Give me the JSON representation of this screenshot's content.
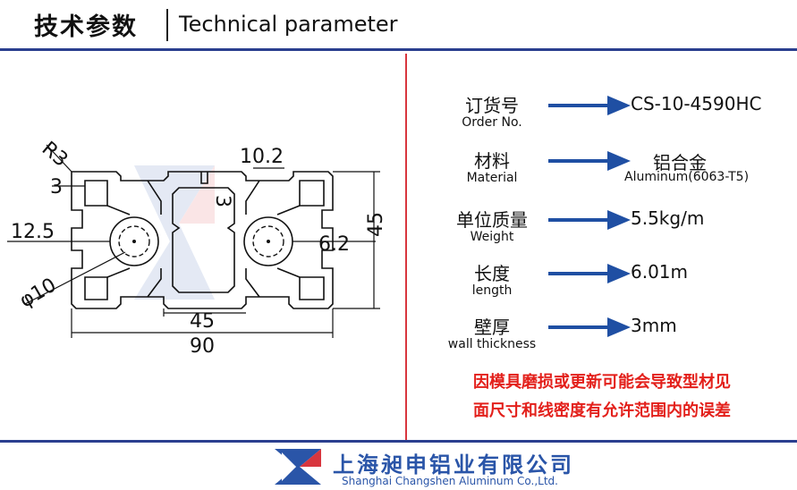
{
  "header": {
    "title_cn": "技术参数",
    "title_en": "Technical parameter"
  },
  "drawing": {
    "dim_r3": "R3",
    "dim_3_left": "3",
    "dim_10_2": "10.2",
    "dim_3_slot": "3",
    "dim_12_5": "12.5",
    "dim_6_2": "6.2",
    "dim_45_right": "45",
    "dim_phi10": "φ10",
    "dim_45_bottom": "45",
    "dim_90": "90"
  },
  "params": [
    {
      "label_cn": "订货号",
      "label_en": "Order No.",
      "value": "CS-10-4590HC",
      "value_sub": ""
    },
    {
      "label_cn": "材料",
      "label_en": "Material",
      "value": "铝合金",
      "value_sub": "Aluminum(6063-T5)"
    },
    {
      "label_cn": "单位质量",
      "label_en": "Weight",
      "value": "5.5kg/m",
      "value_sub": ""
    },
    {
      "label_cn": "长度",
      "label_en": "length",
      "value": "6.01m",
      "value_sub": ""
    },
    {
      "label_cn": "壁厚",
      "label_en": "wall thickness",
      "value": "3mm",
      "value_sub": ""
    }
  ],
  "warning": {
    "line1": "因模具磨损或更新可能会导致型材见",
    "line2": "面尺寸和线密度有允许范围内的误差"
  },
  "footer": {
    "company_cn": "上海昶申铝业有限公司",
    "company_en": "Shanghai  Changshen Aluminum  Co.,Ltd."
  },
  "colors": {
    "rule_blue": "#2a3f8f",
    "divider_red": "#d8363e",
    "arrow_blue": "#1f4fa3",
    "warning_red": "#e3201b",
    "brand_blue": "#2a55a8",
    "brand_red": "#d8363e"
  }
}
